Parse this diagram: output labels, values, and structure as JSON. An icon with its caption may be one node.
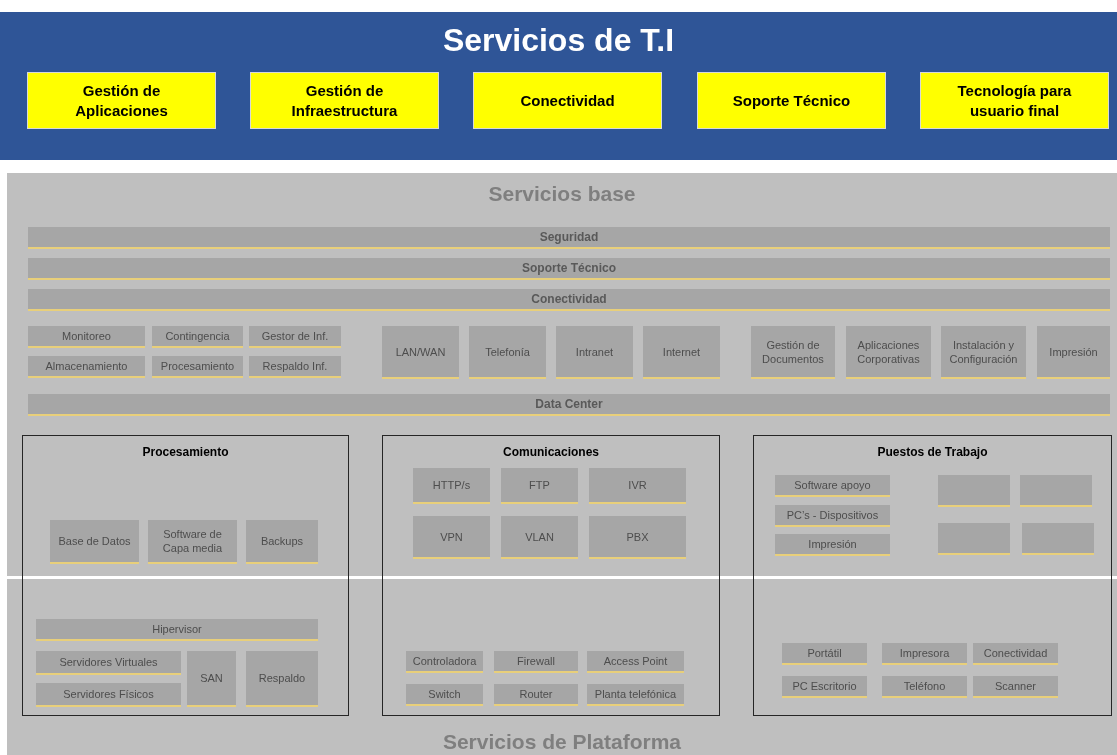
{
  "diagram": {
    "nodes": [
      {
        "text": [
          "Servicios de T.I"
        ]
      },
      {
        "text": [
          "Gestión de Aplicaciones"
        ],
        "in": 0
      },
      {
        "text": [
          "Gestión de Infraestructura"
        ],
        "in": 0
      },
      {
        "text": [
          "Conectividad"
        ],
        "in": 0
      },
      {
        "text": [
          "Soporte Técnico"
        ],
        "in": 0
      },
      {
        "text": [
          "Tecnología para usuario final"
        ],
        "in": 0
      },
      {
        "text": [
          "Servicios base"
        ]
      },
      {
        "text": [
          "Seguridad"
        ],
        "in": 6
      },
      {
        "text": [
          "Soporte Técnico"
        ],
        "in": 6
      },
      {
        "text": [
          "Conectividad"
        ],
        "in": 6
      },
      {
        "text": [
          "Monitoreo"
        ],
        "in": 6
      },
      {
        "text": [
          "Contingencia"
        ],
        "in": 6
      },
      {
        "text": [
          "Gestor de Inf."
        ],
        "in": 6
      },
      {
        "text": [
          "Almacenamiento"
        ],
        "in": 6
      },
      {
        "text": [
          "Procesamiento"
        ],
        "in": 6
      },
      {
        "text": [
          "Respaldo Inf."
        ],
        "in": 6
      },
      {
        "text": [
          "LAN/WAN"
        ],
        "in": 6
      },
      {
        "text": [
          "Telefonía"
        ],
        "in": 6
      },
      {
        "text": [
          "Intranet"
        ],
        "in": 6
      },
      {
        "text": [
          "Internet"
        ],
        "in": 6
      },
      {
        "text": [
          "Gestión de Documentos"
        ],
        "in": 6
      },
      {
        "text": [
          "Aplicaciones Corporativas"
        ],
        "in": 6
      },
      {
        "text": [
          "Instalación y Configuración"
        ],
        "in": 6
      },
      {
        "text": [
          "Impresión"
        ],
        "in": 6
      },
      {
        "text": [
          "Data Center"
        ],
        "in": 6
      },
      {
        "text": [
          "Servicios de Plataforma"
        ]
      },
      {
        "text": [
          "Procesamiento"
        ]
      },
      {
        "text": [
          "Comunicaciones"
        ]
      },
      {
        "text": [
          "Puestos de Trabajo"
        ]
      },
      {
        "text": [
          "Base de Datos"
        ]
      },
      {
        "text": [
          "Software de Capa media"
        ]
      },
      {
        "text": [
          "Backups"
        ]
      },
      {
        "text": [
          "Hipervisor"
        ]
      },
      {
        "text": [
          "Servidores Virtuales"
        ]
      },
      {
        "text": [
          "Servidores Físicos"
        ]
      },
      {
        "text": [
          "SAN"
        ]
      },
      {
        "text": [
          "Respaldo"
        ]
      },
      {
        "text": [
          "HTTP/s"
        ]
      },
      {
        "text": [
          "FTP"
        ]
      },
      {
        "text": [
          "IVR"
        ]
      },
      {
        "text": [
          "VPN"
        ]
      },
      {
        "text": [
          "VLAN"
        ]
      },
      {
        "text": [
          "PBX"
        ]
      },
      {
        "text": [
          "Controladora"
        ]
      },
      {
        "text": [
          "Firewall"
        ]
      },
      {
        "text": [
          "Access Point"
        ]
      },
      {
        "text": [
          "Switch"
        ]
      },
      {
        "text": [
          "Router"
        ]
      },
      {
        "text": [
          "Planta telefónica"
        ]
      },
      {
        "text": [
          "Software apoyo"
        ]
      },
      {
        "text": [
          "PC’s - Dispositivos"
        ]
      },
      {
        "text": [
          "Impresión"
        ]
      },
      {
        "text": [],
        "shape": "box"
      },
      {
        "text": [],
        "shape": "box"
      },
      {
        "text": [],
        "shape": "box"
      },
      {
        "text": [],
        "shape": "box"
      },
      {
        "text": [
          "Portátil"
        ]
      },
      {
        "text": [
          "Impresora"
        ]
      },
      {
        "text": [
          "Conectividad"
        ]
      },
      {
        "text": [
          "PC Escritorio"
        ]
      },
      {
        "text": [
          "Teléfono"
        ]
      },
      {
        "text": [
          "Scanner"
        ]
      }
    ],
    "edges": []
  }
}
